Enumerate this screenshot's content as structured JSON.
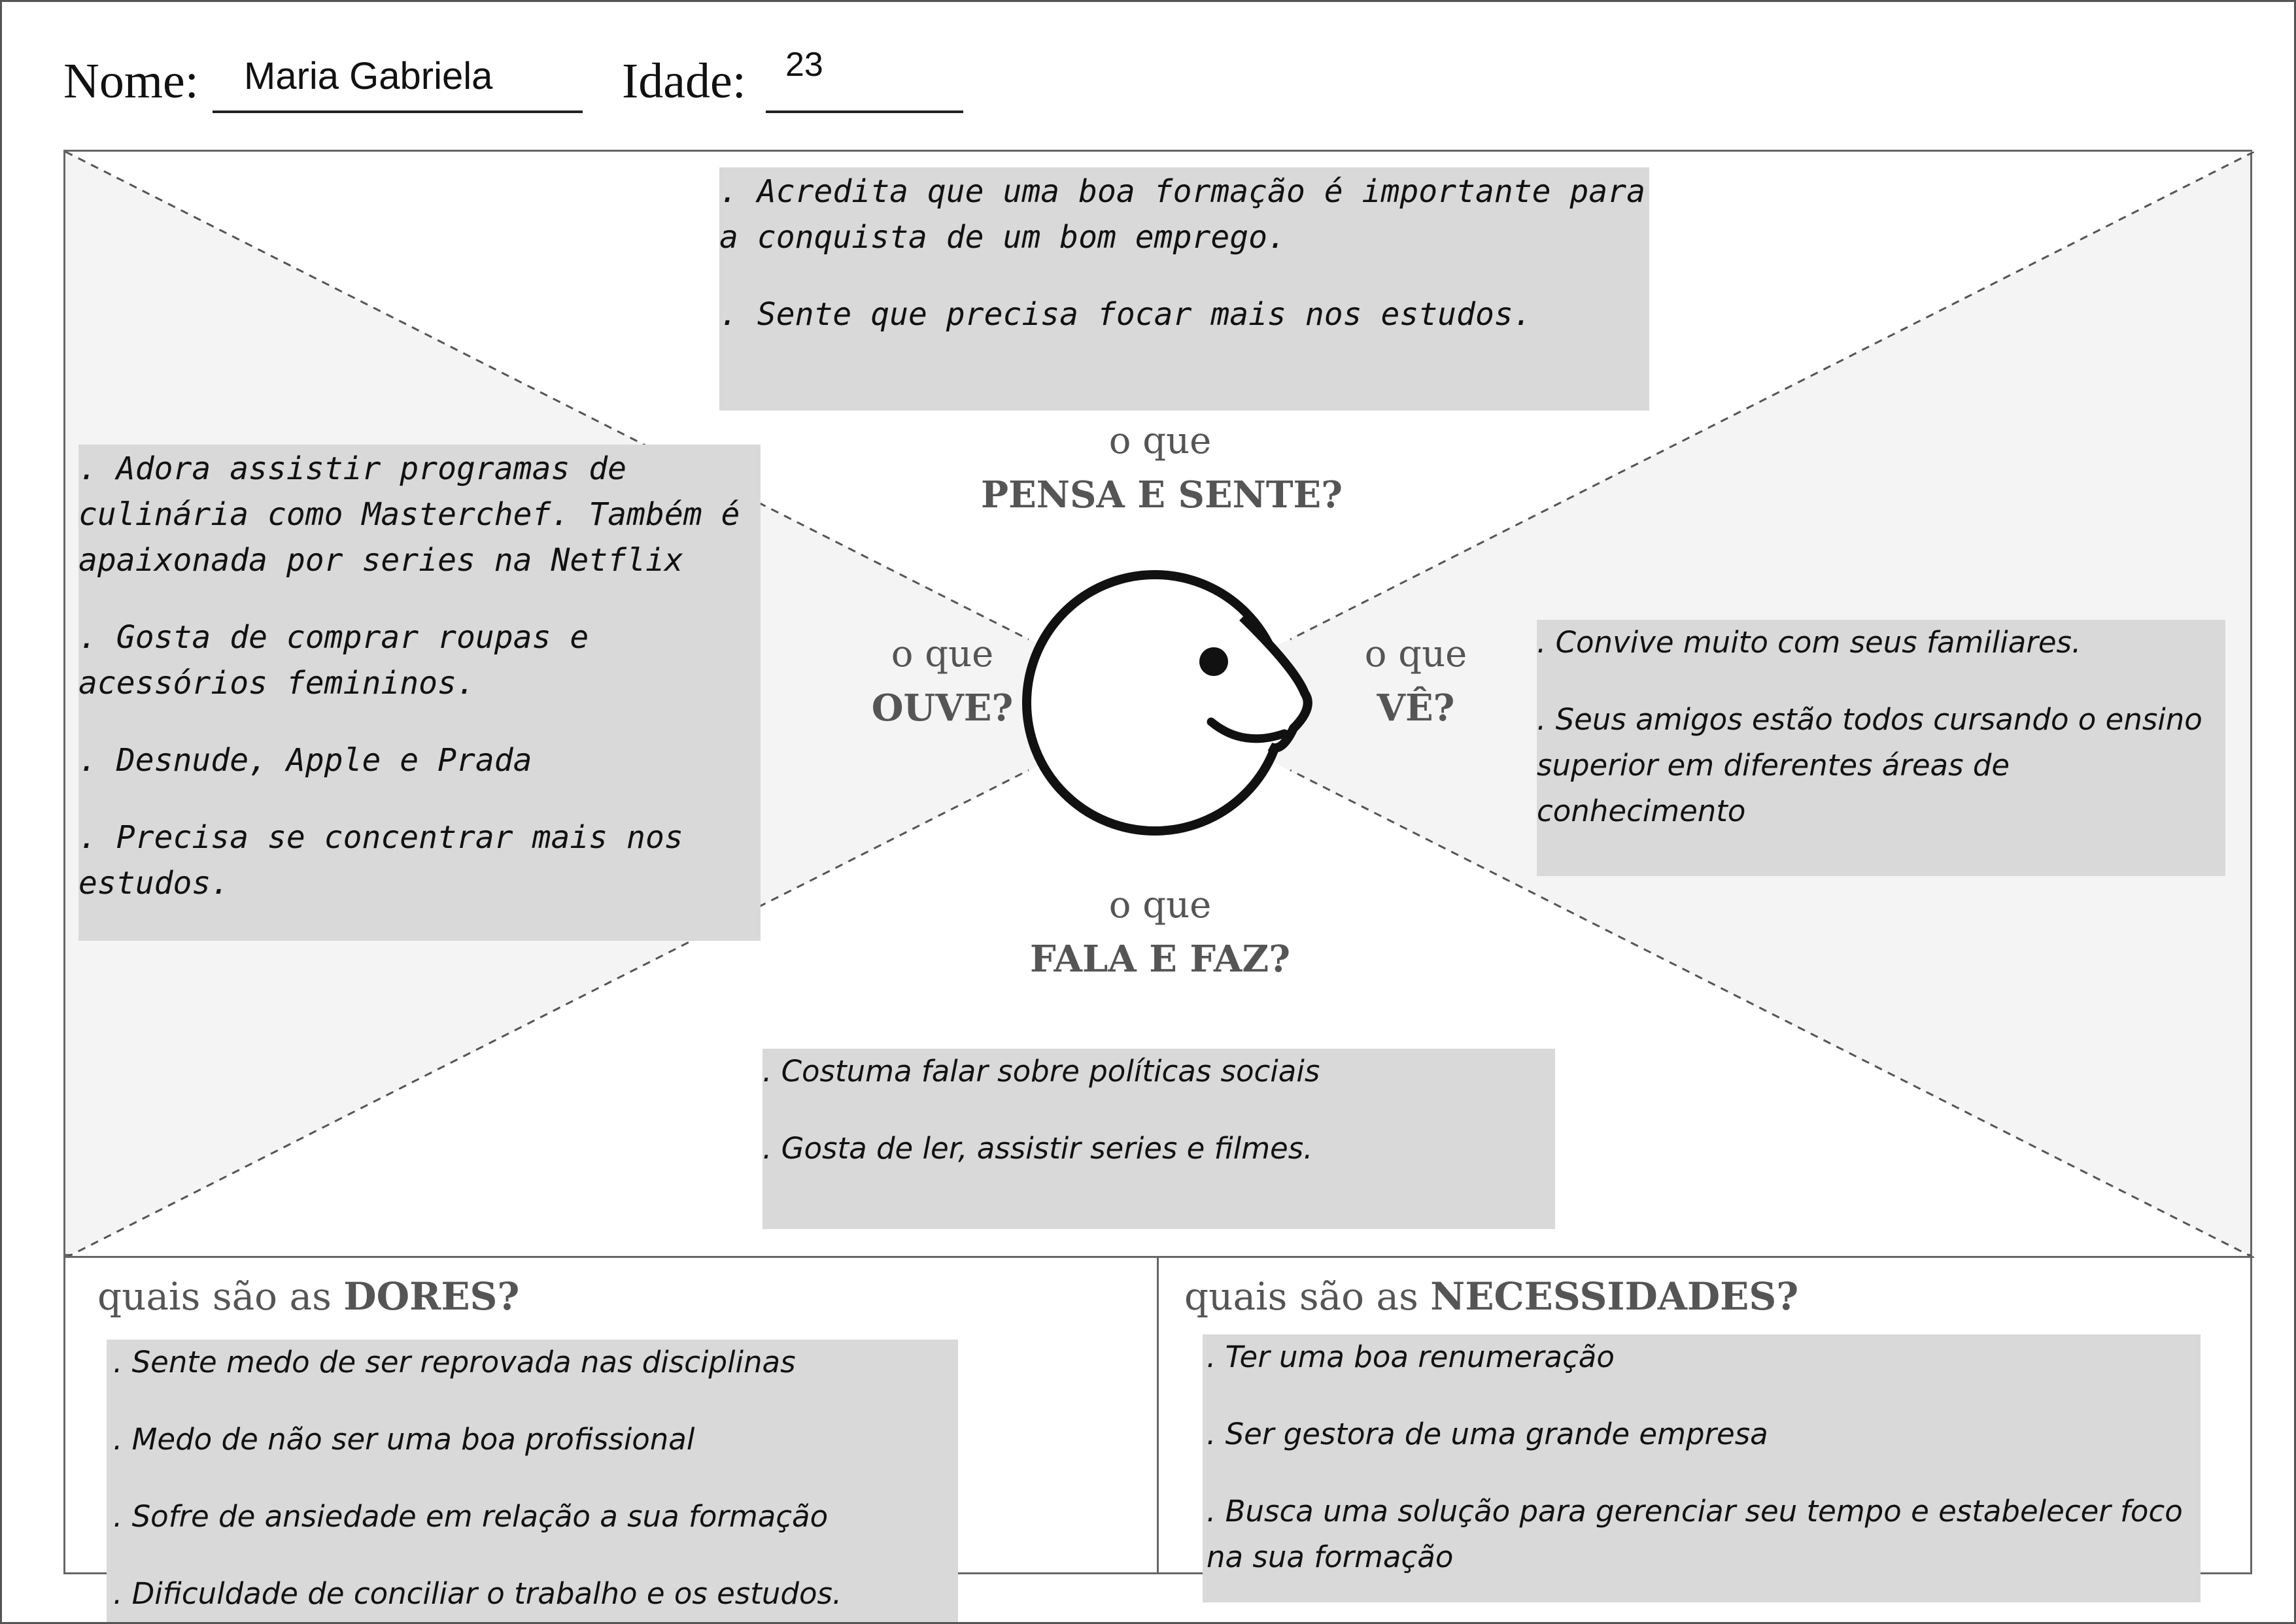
{
  "header": {
    "nome_label": "Nome:",
    "nome_value": "Maria Gabriela",
    "idade_label": "Idade:",
    "idade_value": "23"
  },
  "quadrants": {
    "pensa": {
      "small": "o que",
      "big": "PENSA E SENTE?"
    },
    "ouve": {
      "small": "o que",
      "big": "OUVE?"
    },
    "ve": {
      "small": "o que",
      "big": "VÊ?"
    },
    "fala": {
      "small": "o que",
      "big": "FALA E FAZ?"
    }
  },
  "notes": {
    "pensa": [
      ". Acredita que uma boa formação é importante para a conquista de um bom emprego.",
      ". Sente que precisa focar mais nos estudos."
    ],
    "ouve": [
      ". Adora assistir programas de culinária como Masterchef. Também é apaixonada por series na Netflix",
      ". Gosta de comprar roupas e acessórios femininos.",
      ". Desnude, Apple e Prada",
      ". Precisa se concentrar mais nos estudos."
    ],
    "ve": [
      ". Convive muito com seus familiares.",
      ". Seus amigos estão todos cursando o ensino superior em diferentes áreas de conhecimento"
    ],
    "fala": [
      ". Costuma falar sobre políticas sociais",
      ". Gosta de ler, assistir series e filmes."
    ],
    "dores": [
      ". Sente medo de ser reprovada nas disciplinas",
      ". Medo de não ser uma boa profissional",
      ". Sofre de ansiedade em relação a sua formação",
      ". Dificuldade de conciliar o trabalho e os estudos."
    ],
    "necessidades": [
      ". Ter uma boa renumeração",
      ". Ser gestora de uma grande empresa",
      ". Busca uma solução para gerenciar seu tempo e estabelecer foco na sua formação"
    ]
  },
  "bottom": {
    "dores_prefix": "quais são as",
    "dores_title": "DORES?",
    "necessidades_prefix": "quais são as",
    "necessidades_title": "NECESSIDADES?"
  }
}
